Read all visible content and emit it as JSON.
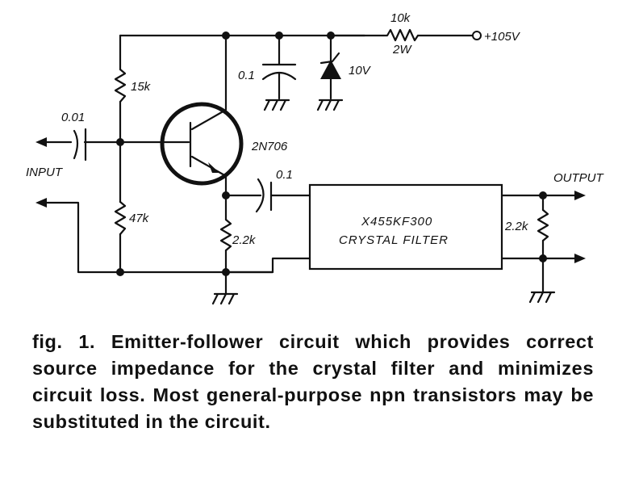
{
  "figure": {
    "components": {
      "supply_resistor": {
        "value": "10k",
        "rating": "2W"
      },
      "supply_terminal": "+105V",
      "bypass_capacitor": "0.1",
      "zener_diode": "10V",
      "bias_resistor_top": "15k",
      "bias_resistor_bottom": "47k",
      "input_capacitor": "0.01",
      "transistor": "2N706",
      "output_coupling_capacitor": "0.1",
      "emitter_resistor": "2.2k",
      "crystal_filter": {
        "part": "X455KF300",
        "name": "CRYSTAL FILTER"
      },
      "load_resistor": "2.2k"
    },
    "labels": {
      "input": "INPUT",
      "output": "OUTPUT"
    },
    "caption": "fig. 1. Emitter-follower circuit which provides correct source impedance for the crystal filter and minimizes circuit loss. Most general-purpose npn transistors may be substituted in the circuit."
  }
}
